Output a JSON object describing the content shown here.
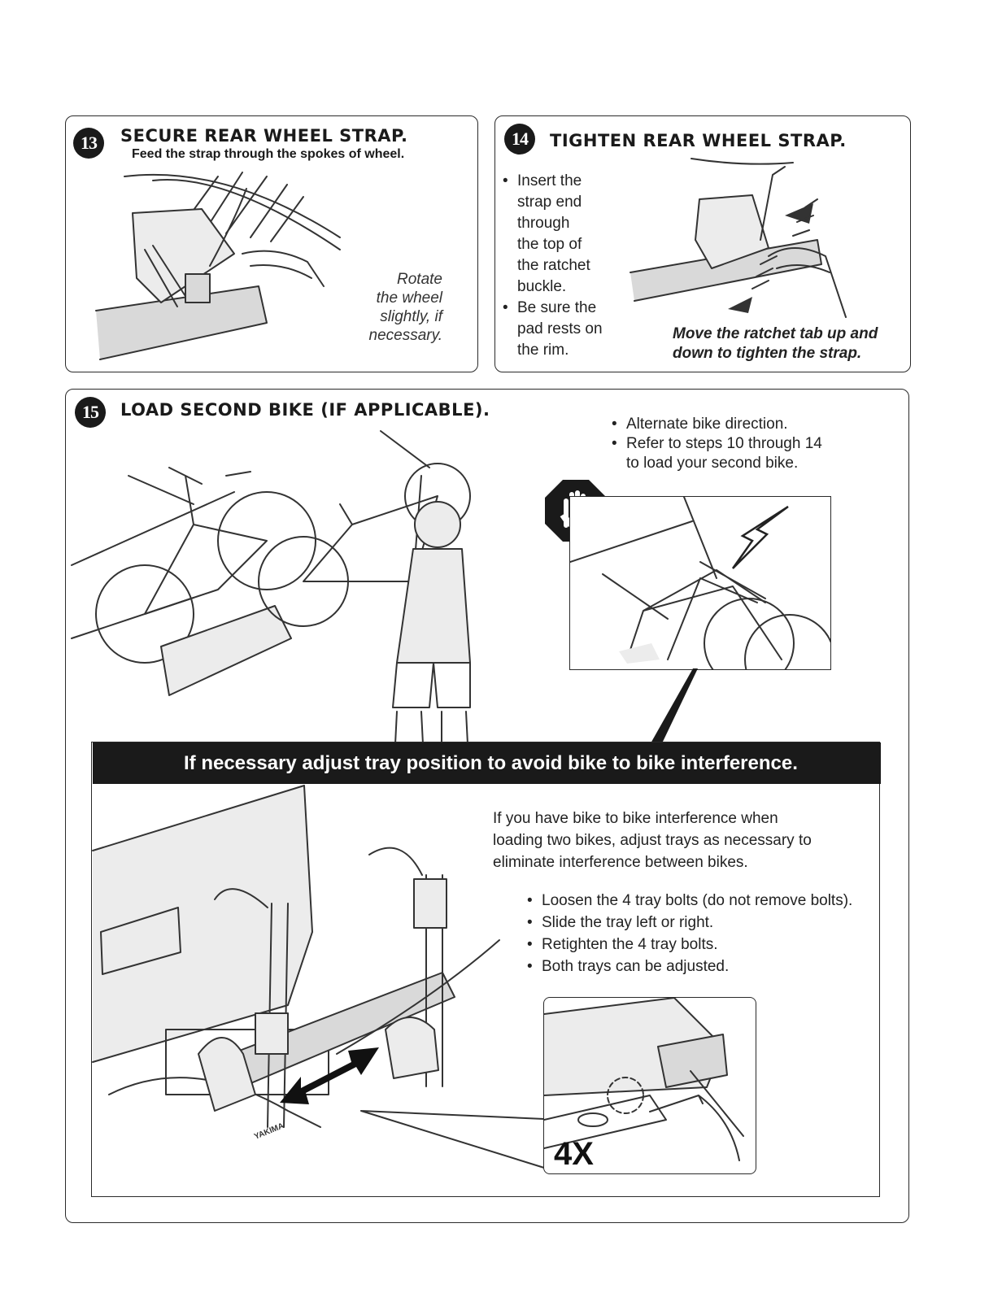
{
  "step13": {
    "number": "13",
    "title": "SECURE REAR WHEEL STRAP.",
    "subtitle": "Feed the strap through the spokes of wheel.",
    "note_lines": [
      "Rotate",
      "the wheel",
      "slightly, if",
      "necessary."
    ]
  },
  "step14": {
    "number": "14",
    "title": "TIGHTEN REAR WHEEL STRAP.",
    "bullets": [
      [
        "Insert the",
        "strap end",
        "through",
        "the top of",
        "the ratchet",
        "buckle."
      ],
      [
        "Be sure the",
        "pad rests on",
        "the rim."
      ]
    ],
    "caption_lines": [
      "Move the ratchet tab up and",
      "down to tighten the strap."
    ]
  },
  "step15": {
    "number": "15",
    "title": "LOAD SECOND BIKE (IF APPLICABLE).",
    "bullets": [
      [
        "Alternate bike direction."
      ],
      [
        "Refer to steps 10 through 14",
        "to load your second bike."
      ]
    ],
    "banner": "If necessary adjust tray position to avoid bike to bike interference.",
    "paragraph_lines": [
      "If you have bike to bike interference when",
      "loading two bikes, adjust trays as necessary to",
      "eliminate interference between bikes."
    ],
    "adjust_bullets": [
      "Loosen the 4 tray bolts (do not remove bolts).",
      "Slide the tray left or right.",
      "Retighten the 4 tray bolts.",
      "Both trays can be adjusted."
    ],
    "inset_label": "4X",
    "rack_brand": "YAKIMA"
  },
  "icons": {
    "stop": "stop-hand-icon",
    "interference": "lightning-bolt-icon",
    "slide": "double-arrow-icon"
  }
}
